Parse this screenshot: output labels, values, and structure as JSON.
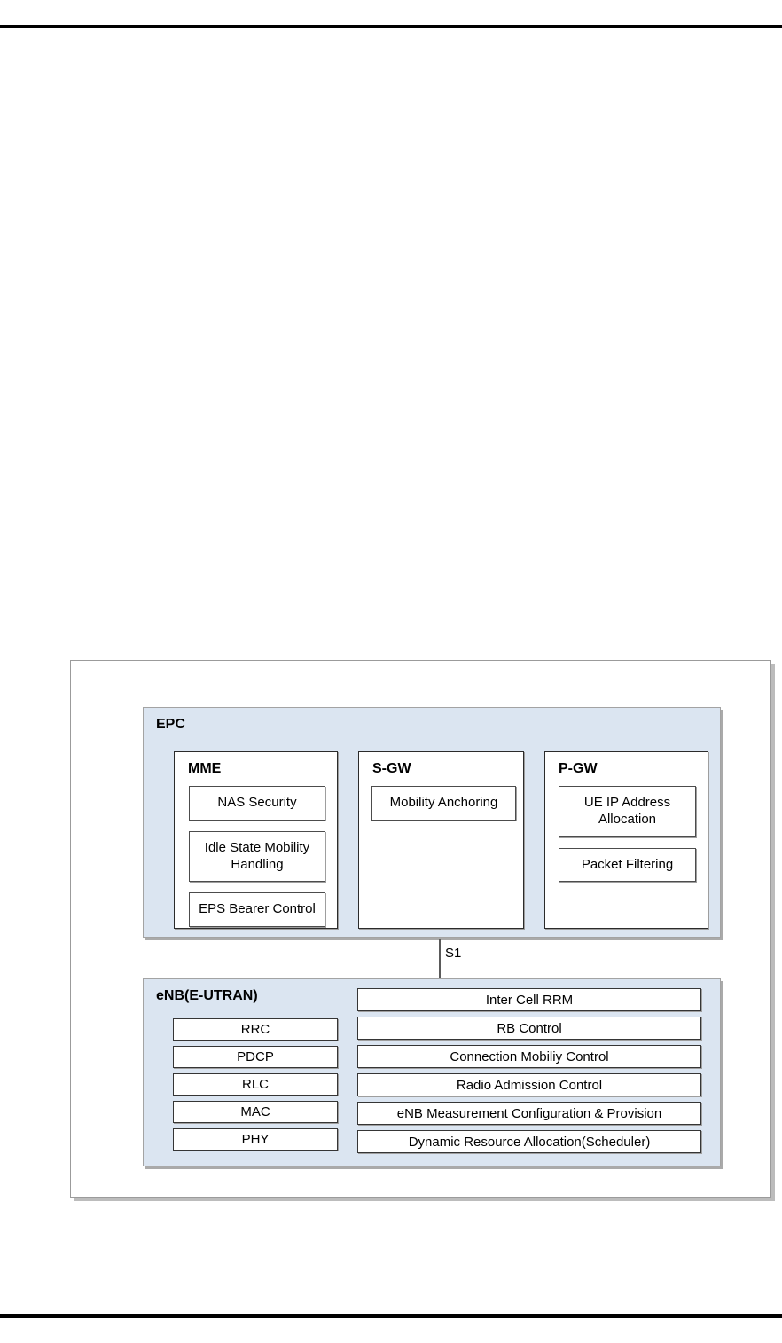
{
  "figure": {
    "epc": {
      "label": "EPC",
      "nodes": [
        {
          "label": "MME",
          "functions": [
            "NAS Security",
            "Idle State Mobility Handling",
            "EPS Bearer Control"
          ]
        },
        {
          "label": "S-GW",
          "functions": [
            "Mobility Anchoring"
          ]
        },
        {
          "label": "P-GW",
          "functions": [
            "UE IP Address Allocation",
            "Packet Filtering"
          ]
        }
      ]
    },
    "interface": {
      "label": "S1"
    },
    "enb": {
      "label": "eNB(E-UTRAN)",
      "layers": [
        "RRC",
        "PDCP",
        "RLC",
        "MAC",
        "PHY"
      ],
      "functions": [
        "Inter Cell RRM",
        "RB Control",
        "Connection Mobiliy Control",
        "Radio Admission Control",
        "eNB Measurement Configuration & Provision",
        "Dynamic Resource Allocation(Scheduler)"
      ]
    },
    "colors": {
      "group_fill": "#dbe5f1",
      "group_border": "#a3a3a3",
      "node_border": "#2b2b2b",
      "function_border": "#4c4c4c",
      "connector": "#5a5a5a",
      "page_rule": "#000000"
    }
  }
}
